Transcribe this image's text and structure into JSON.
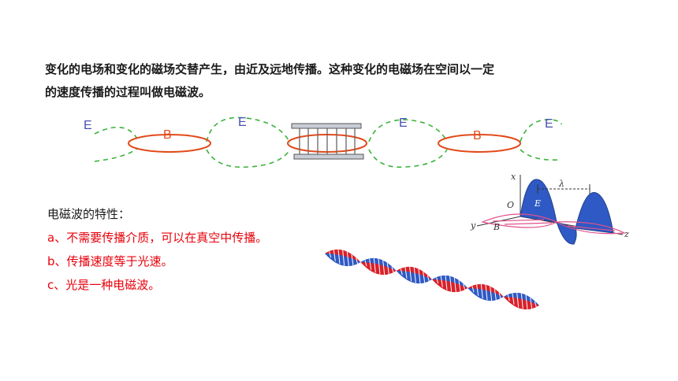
{
  "intro": {
    "line1": "变化的电场和变化的磁场交替产生，由近及远地传播。这种变化的电磁场在空间以一定",
    "line2": "的速度传播的过程叫做电磁波。"
  },
  "field_diagram": {
    "labels": {
      "e1": "E",
      "b1": "B",
      "e2": "E",
      "e3": "E",
      "b2": "B",
      "e4": "E"
    },
    "colors": {
      "e_field": "#3bb33b",
      "b_field": "#e24a1b",
      "letter": "#4a4fb0"
    }
  },
  "properties": {
    "heading": "电磁波的特性：",
    "items": [
      {
        "label": "a、不需要传播介质，可以在真空中传播。"
      },
      {
        "label": "b、传播速度等于光速。"
      },
      {
        "label": "c、光是一种电磁波。"
      }
    ]
  },
  "wave_axes": {
    "x": "x",
    "y": "y",
    "z": "z",
    "o": "O",
    "e": "E",
    "b": "B",
    "lambda": "λ"
  },
  "colors": {
    "wave_blue": "#2f59c4",
    "wave_red": "#d8212a",
    "pink": "#e0508c"
  }
}
